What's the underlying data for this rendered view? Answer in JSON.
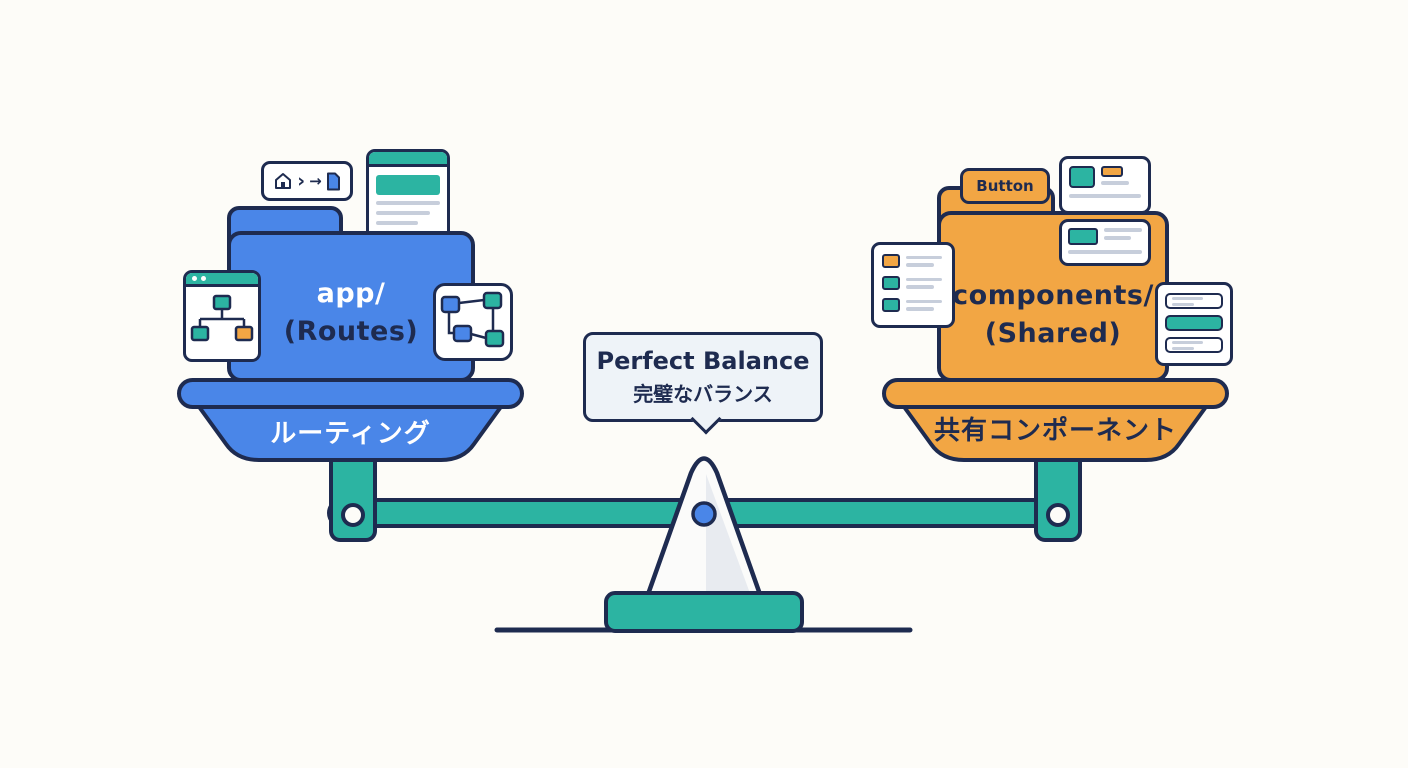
{
  "scene": {
    "left": {
      "folder_line1": "app/",
      "folder_line2": "(Routes)",
      "pan_label": "ルーティング"
    },
    "right": {
      "chip_label": "Button",
      "folder_line1": "components/",
      "folder_line2": "(Shared)",
      "pan_label": "共有コンポーネント"
    },
    "bubble": {
      "line1": "Perfect Balance",
      "line2": "完璧なバランス"
    },
    "glyphs": {
      "chevron": "›",
      "arrow": "→"
    },
    "colors": {
      "blue": "#4a86e8",
      "orange": "#f2a644",
      "teal": "#2cb4a2",
      "navy": "#1e2b50",
      "background": "#fdfcf8",
      "bubble_bg": "#eef3f8"
    }
  }
}
